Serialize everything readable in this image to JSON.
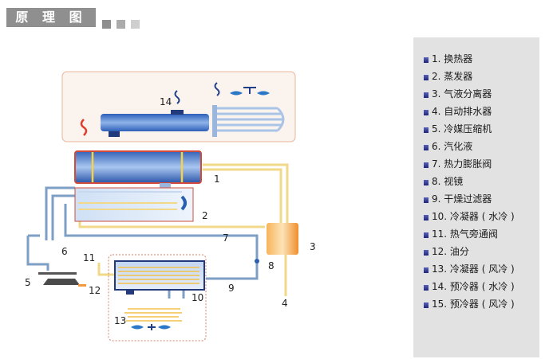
{
  "header": {
    "title": "原 理 图",
    "accent_colors": [
      "#8e8e8e",
      "#ababab",
      "#cfcfcf"
    ]
  },
  "diagram": {
    "callouts": [
      "1",
      "2",
      "3",
      "4",
      "5",
      "6",
      "7",
      "8",
      "9",
      "10",
      "11",
      "12",
      "13",
      "14"
    ]
  },
  "legend": {
    "items": [
      "1. 换热器",
      "2. 蒸发器",
      "3. 气液分离器",
      "4. 自动排水器",
      "5. 冷媒压缩机",
      "6. 汽化液",
      "7. 热力膨胀阀",
      "8. 视镜",
      "9. 干燥过滤器",
      "10. 冷凝器 ( 水冷 )",
      "11. 热气旁通阀",
      "12. 油分",
      "13. 冷凝器 ( 风冷 )",
      "14. 预冷器 ( 水冷 )",
      "15. 预冷器 ( 风冷 )"
    ]
  },
  "colors": {
    "pipe_blue": "#7d9fc5",
    "pipe_yellow": "#f2d98a",
    "frame_red": "#d24b3a",
    "vessel_blue": "#3d6fc4",
    "separator_orange": "#f29a3a"
  }
}
